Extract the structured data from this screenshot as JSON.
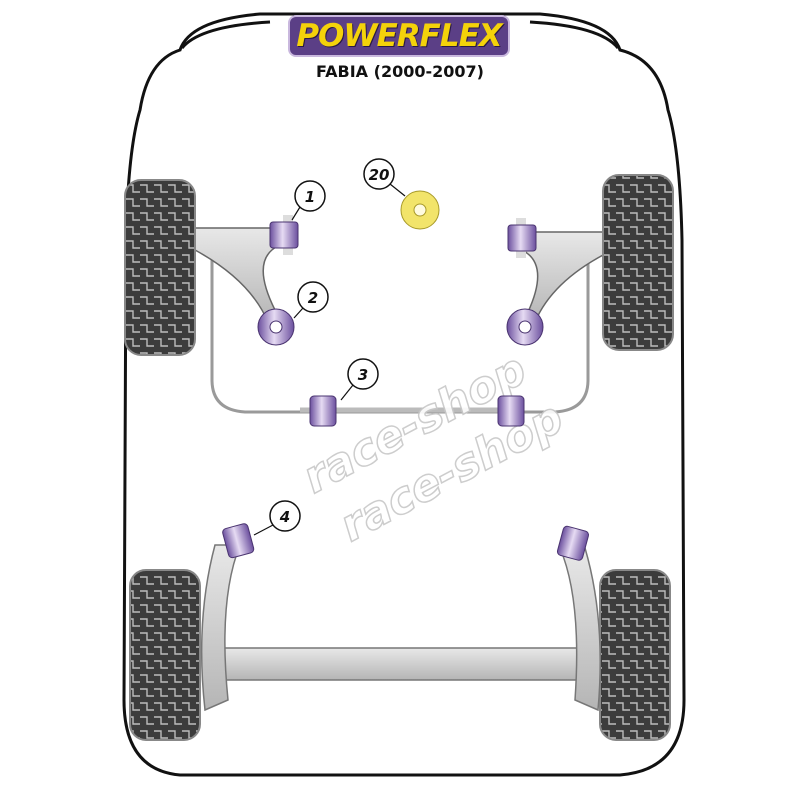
{
  "logo": {
    "text": "POWERFLEX"
  },
  "subtitle": "FABIA (2000-2007)",
  "callouts": [
    {
      "id": "1",
      "label": "1"
    },
    {
      "id": "2",
      "label": "2"
    },
    {
      "id": "3",
      "label": "3"
    },
    {
      "id": "4",
      "label": "4"
    },
    {
      "id": "20",
      "label": "20"
    }
  ],
  "watermark": [
    "race-shop",
    "race-shop"
  ],
  "colors": {
    "bush": "#8b6bb8",
    "bush_yellow": "#f2e46a",
    "logo_bg": "#5b3f86",
    "logo_text": "#f4d20a",
    "tyre": "#3a3a3a",
    "arm": "#c8c8c8"
  }
}
